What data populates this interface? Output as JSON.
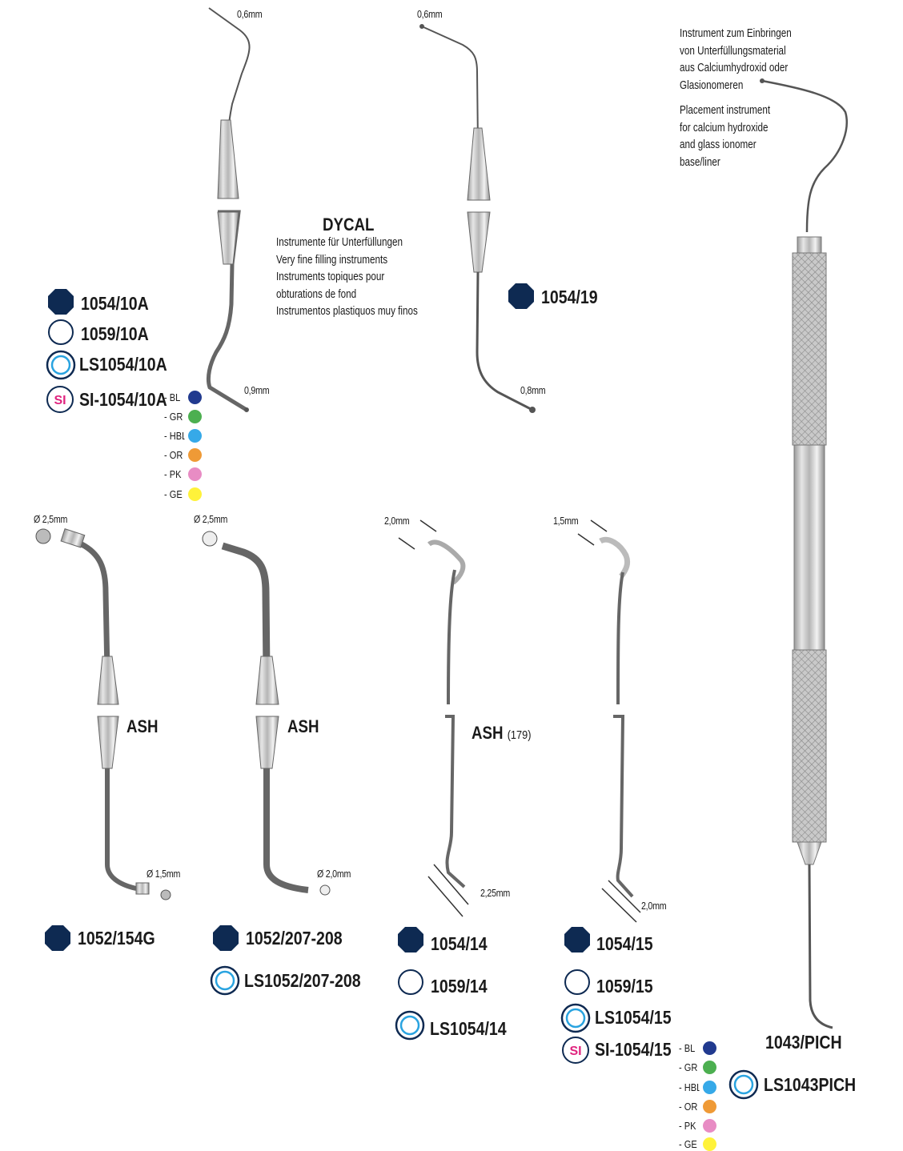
{
  "colors": {
    "navy": "#0e2a52",
    "ring_light": "#29a3e0",
    "si_pink": "#e0237e",
    "dot_bl": "#213a8f",
    "dot_gr": "#4caf50",
    "dot_hbl": "#36a9e8",
    "dot_or": "#ef9a36",
    "dot_pk": "#e88cc4",
    "dot_ge": "#fff23a"
  },
  "dims": {
    "i1_top": "0,6mm",
    "i1_bottom": "0,9mm",
    "i2_top": "0,6mm",
    "i2_bottom": "0,8mm",
    "a1_top": "Ø 2,5mm",
    "a1_bottom": "Ø 1,5mm",
    "a2_top": "Ø 2,5mm",
    "a2_bottom": "Ø 2,0mm",
    "a3_top": "2,0mm",
    "a3_bottom": "2,25mm",
    "a4_top": "1,5mm",
    "a4_bottom": "2,0mm"
  },
  "dycal": {
    "title": "DYCAL",
    "lines": [
      "Instrumente für Unterfüllungen",
      "Very fine filling instruments",
      "Instruments topiques pour",
      "obturations de fond",
      "Instrumentos plastiquos muy finos"
    ]
  },
  "placement": {
    "de": [
      "Instrument zum Einbringen",
      "von Unterfüllungsmaterial",
      "aus Calciumhydroxid oder",
      "Glasionomeren"
    ],
    "en": [
      "Placement instrument",
      "for calcium hydroxide",
      "and glass ionomer",
      "base/liner"
    ]
  },
  "ash_labels": {
    "a1": "ASH",
    "a2": "ASH",
    "a3": "ASH",
    "a3_num": "(179)"
  },
  "codes": {
    "g1": [
      "1054/10A",
      "1059/10A",
      "LS1054/10A",
      "SI-1054/10A"
    ],
    "g2": [
      "1054/19"
    ],
    "g3": [
      "1052/154G"
    ],
    "g4": [
      "1052/207-208",
      "LS1052/207-208"
    ],
    "g5": [
      "1054/14",
      "1059/14",
      "LS1054/14"
    ],
    "g6": [
      "1054/15",
      "1059/15",
      "LS1054/15",
      "SI-1054/15"
    ],
    "g7": [
      "1043/PICH",
      "LS1043PICH"
    ]
  },
  "si_label": "SI",
  "color_options_1": [
    "- BL",
    "- GR",
    "- HBL",
    "- OR",
    "- PK",
    "- GE"
  ],
  "color_options_2": [
    "- BL",
    "- GR",
    "- HBL",
    "- OR",
    "- PK",
    "- GE"
  ]
}
